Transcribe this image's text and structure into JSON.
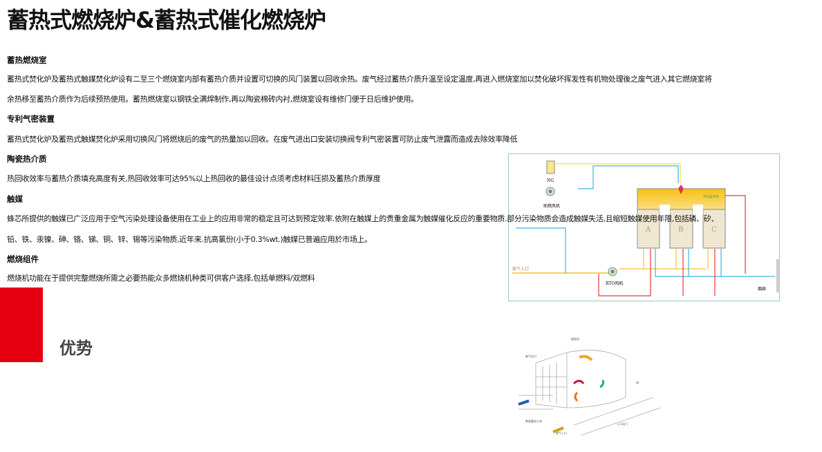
{
  "title": "蓄热式燃烧炉&蓄热式催化燃烧炉",
  "sections": [
    {
      "heading": "蓄热燃烧室",
      "lines": [
        "蓄热式焚化炉及蓄热式触媒焚化炉设有二至三个燃烧室内部有蓄热介质并设置可切换的风门装置以回收余热。废气经过蓄热介质升温至设定温度,再进入燃烧室加以焚化破坏挥发性有机物处理後之废气进入其它燃烧室将",
        "余热移至蓄热介质作为后续预热使用。蓄热燃烧室以钢铁全满焊制作,再以陶瓷棉砖内衬,燃烧室设有维修门便于日后维护使用。"
      ]
    },
    {
      "heading": "专利气密装置",
      "lines": [
        "蓄热式焚化炉及蓄热式触媒焚化炉采用切换风门将燃烧后的废气的热量加以回收。在废气进出口安装切换阀专利气密装置可防止废气泄露而造成去除效率降低"
      ]
    },
    {
      "heading": "陶瓷热介质",
      "lines": [
        "热回收效率与蓄热介质填充高度有关,热回收效率可达95%以上热回收的最佳设计点须考虑材料压损及蓄热介质厚度"
      ]
    },
    {
      "heading": "触媒",
      "lines": [
        "蜂芯所提供的触媒已广泛应用于空气污染处理设备使用在工业上的应用非常的稳定且可达到预定效率.依附在触媒上的贵重金属为触媒催化反应的重要物质.部分污染物质会造成触媒失活,且缩短触媒使用年限,包括磷、矽、",
        "铅、铁、汞镍、砷、铬、锑、铜、锌、锡等污染物质,近年来.抗高氯份(小于0.3%wt.)触媒已普遍应用於市场上。"
      ]
    },
    {
      "heading": "燃烧组件",
      "lines": [
        "燃烧机功能在于提供完整燃烧所需之必要热能众多燃烧机种类可供客户选择,包括单燃料/双燃料"
      ]
    }
  ],
  "advantage": "优势",
  "diagram1": {
    "ng": "NG",
    "fan1": "助燃风机",
    "inlet": "废气入口",
    "rto_fan": "RTO风机",
    "chimney": "烟囱",
    "chambers": [
      "A",
      "B",
      "C"
    ],
    "logo": "宇恒蓝环保"
  },
  "diagram2": {
    "labels": [
      "燃烧机",
      "废气出口",
      "阀",
      "陶瓷蓄热介质",
      "入口风门",
      "废气入口"
    ]
  },
  "colors": {
    "accent": "#e60012",
    "fluid_hot": "#e8373c",
    "fluid_cold": "#3db4e6",
    "fluid_gas": "#f5c12e"
  }
}
